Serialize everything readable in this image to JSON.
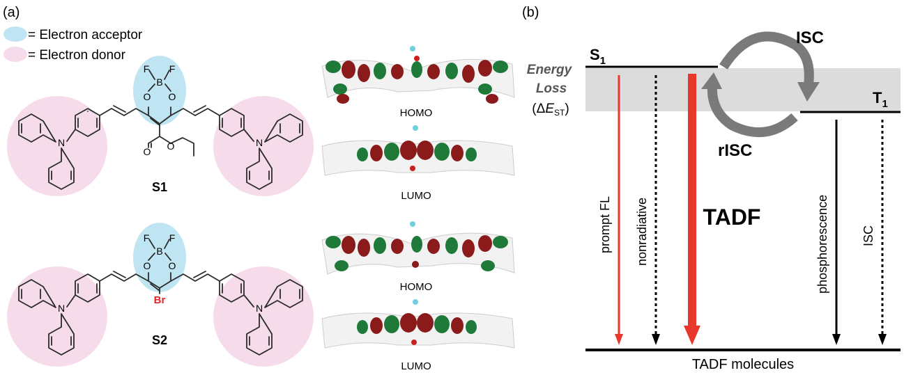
{
  "panel_a": {
    "label": "(a)",
    "legend": {
      "acceptor": "= Electron acceptor",
      "donor": "= Electron donor"
    },
    "colors": {
      "acceptor": "#bfe5f2",
      "donor": "#f6dcea",
      "bromine": "#e1262b"
    },
    "molecules": [
      {
        "name": "S1",
        "atoms": {
          "f1": "F",
          "f2": "F",
          "b": "B",
          "o1": "O",
          "o2": "O",
          "o3": "O",
          "o4": "O",
          "n_left": "N",
          "n_right": "N"
        }
      },
      {
        "name": "S2",
        "atoms": {
          "f1": "F",
          "f2": "F",
          "b": "B",
          "o1": "O",
          "o2": "O",
          "br": "Br",
          "n_left": "N",
          "n_right": "N"
        }
      }
    ],
    "orbitals": [
      "HOMO",
      "LUMO",
      "HOMO",
      "LUMO"
    ]
  },
  "panel_b": {
    "label": "(b)",
    "s1": {
      "letter": "S",
      "sub": "1"
    },
    "t1": {
      "letter": "T",
      "sub": "1"
    },
    "energy_loss": {
      "line1": "Energy",
      "line2": "Loss",
      "open": "(Δ",
      "var": "E",
      "sub": "ST",
      "close": ")"
    },
    "isc_top": "ISC",
    "risc": "rISC",
    "tadf": "TADF",
    "arrows": {
      "prompt_fl": "prompt FL",
      "nonradiative": "nonradiative",
      "phosphorescence": "phosphorescence",
      "isc": "ISC"
    },
    "ground": "TADF molecules",
    "colors": {
      "red": "#e8372b",
      "band": "#dcdcdc",
      "cycle": "#7a7a7a"
    }
  }
}
